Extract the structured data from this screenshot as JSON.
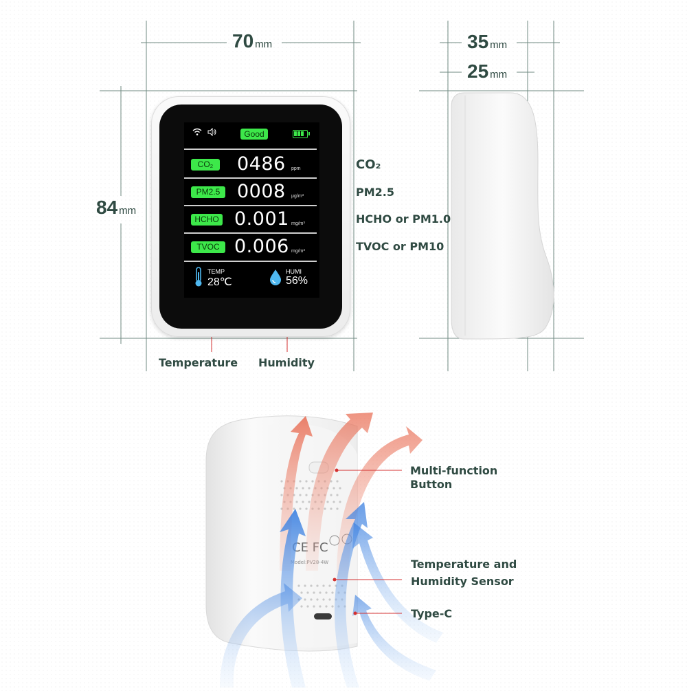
{
  "dimensions": {
    "width_value": "70",
    "depth_value": "35",
    "depth_inner_value": "25",
    "height_value": "84",
    "unit": "mm"
  },
  "screen": {
    "status": "Good",
    "rows": [
      {
        "tag": "CO₂",
        "value": "0486",
        "unit": "ppm"
      },
      {
        "tag": "PM2.5",
        "value": "0008",
        "unit": "μg/m³"
      },
      {
        "tag": "HCHO",
        "value": "0.001",
        "unit": "mg/m³"
      },
      {
        "tag": "TVOC",
        "value": "0.006",
        "unit": "mg/m³"
      }
    ],
    "temp_label": "TEMP",
    "temp_value": "28℃",
    "humi_label": "HUMI",
    "humi_value": "56%"
  },
  "callouts": {
    "co2": "CO₂",
    "pm25": "PM2.5",
    "hcho": "HCHO or PM1.0",
    "tvoc": "TVOC or PM10",
    "temperature": "Temperature",
    "humidity": "Humidity",
    "multi_function_1": "Multi-function",
    "multi_function_2": "Button",
    "sensor_1": "Temperature and",
    "sensor_2": "Humidity Sensor",
    "type_c": "Type-C"
  },
  "back_text": {
    "cert": "CE FC",
    "model": "Model:PV28-4W"
  },
  "colors": {
    "accent_green": "#3de84a",
    "label_dark": "#2f4a42",
    "pointer_red": "#d43030",
    "guide_line": "#6f8a82"
  }
}
